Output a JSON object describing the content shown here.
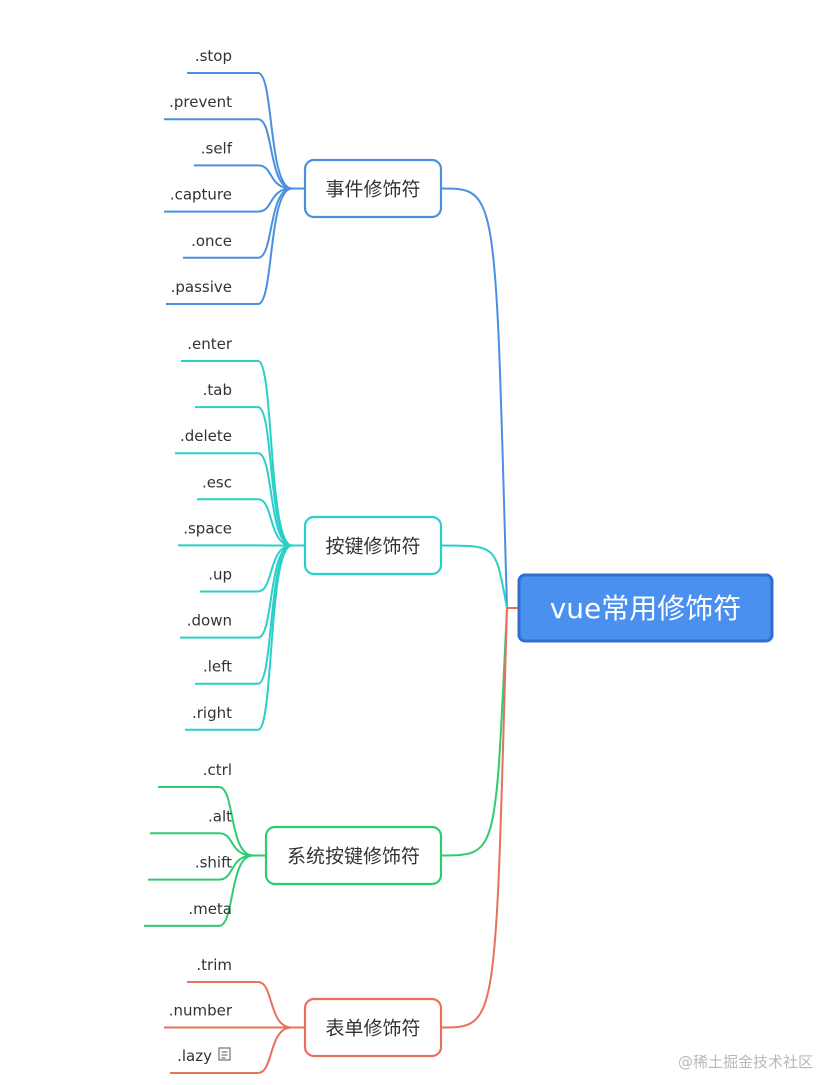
{
  "root": {
    "label": "vue常用修饰符",
    "fill": "#4a90ee",
    "stroke": "#2f6fcf"
  },
  "branches": [
    {
      "label": "事件修饰符",
      "color": "#4a8fe0",
      "items": [
        ".stop",
        ".prevent",
        ".self",
        ".capture",
        ".once",
        ".passive"
      ]
    },
    {
      "label": "按键修饰符",
      "color": "#2ad0c8",
      "items": [
        ".enter",
        ".tab",
        ".delete",
        ".esc",
        ".space",
        ".up",
        ".down",
        ".left",
        ".right"
      ]
    },
    {
      "label": "系统按键修饰符",
      "color": "#2ecc71",
      "items": [
        ".ctrl",
        ".alt",
        ".shift",
        ".meta"
      ]
    },
    {
      "label": "表单修饰符",
      "color": "#e8705f",
      "items": [
        ".trim",
        ".number",
        ".lazy"
      ],
      "note_on_item": 2
    }
  ],
  "watermark": "@稀土掘金技术社区"
}
